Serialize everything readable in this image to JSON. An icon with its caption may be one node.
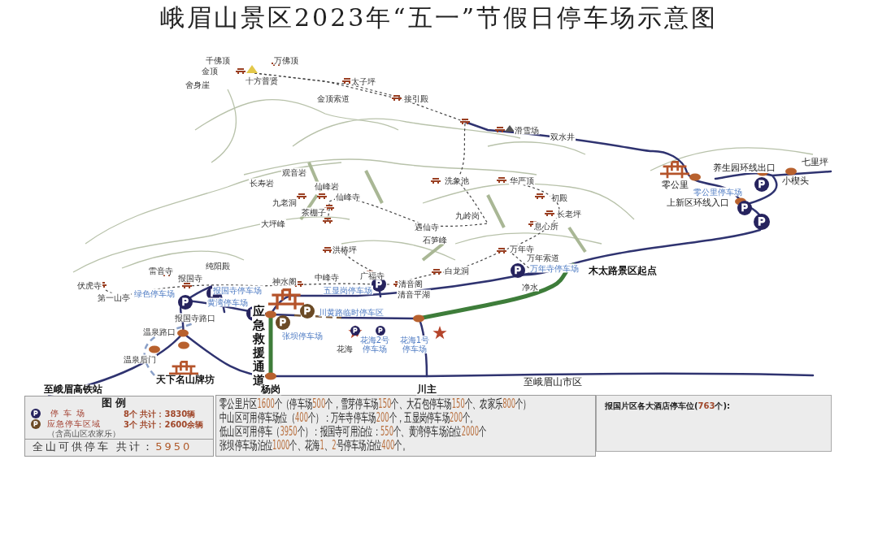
{
  "diagram": {
    "title": "峨眉山景区2023年“五一”节假日停车场示意图",
    "labels": [
      "千佛顶",
      "万佛顶",
      "金顶",
      "十方普贤",
      "太子坪",
      "舍身崖",
      "金顶索道",
      "接引殿",
      "滑雪场",
      "双水井",
      "七里坪",
      "养生园环线出口",
      "观音岩",
      "小楔头",
      "洗象池",
      "华严顶",
      "零公里",
      "长寿岩",
      "零公里停车场",
      "仙峰岩",
      "仙峰寺",
      "初殿",
      "上新区环线入口",
      "九老洞",
      "茶棚子",
      "长老坪",
      "九岭岗",
      "大坪峰",
      "息心所",
      "遇仙寺",
      "石笋峰",
      "洪椿坪",
      "万年寺",
      "万年索道",
      "万年寺停车场",
      "纯阳殿",
      "木太路景区起点",
      "雷音寺",
      "白龙洞",
      "广福寺",
      "中峰寺",
      "报国寺",
      "伏虎寺",
      "神水阁",
      "清音阁",
      "报国寺停车场",
      "净水",
      "五显岗停车场",
      "清音平湖",
      "第一山亭",
      "绿色停车场",
      "黄湾停车场",
      "川黄路临时停车区",
      "报国寺路口",
      "温泉路口",
      "张坝停车场",
      "花海2号停车场",
      "花海1号停车场",
      "花海",
      "应急救援通道",
      "温泉后门",
      "天下名山牌坊",
      "至峨眉山市区",
      "至峨眉高铁站",
      "杨岗",
      "川主",
      "图例",
      "8个 共计：3830辆",
      "（含高山区农家乐）",
      "3个 共计：2600余辆",
      "全山可供停车 共计：5950",
      "零公里片区1600个（停车场500个，雪芽停车场150个、大石包停车场150个、农家乐800个）",
      "中山区可用停车场位（400个）：万年寺停车场200个，五显岗停车场200个。",
      "低山区可用停车（3950个）：报国寺可用泊位：550个、黄湾停车场泊位2000个",
      "张坝停车场泊位1000个、花海1、2号停车场泊位400个。",
      "报国片区各大酒店停车位(763个):"
    ],
    "legend": [
      {
        "text": "停车场"
      },
      {
        "text": "应急停车区域"
      }
    ]
  }
}
